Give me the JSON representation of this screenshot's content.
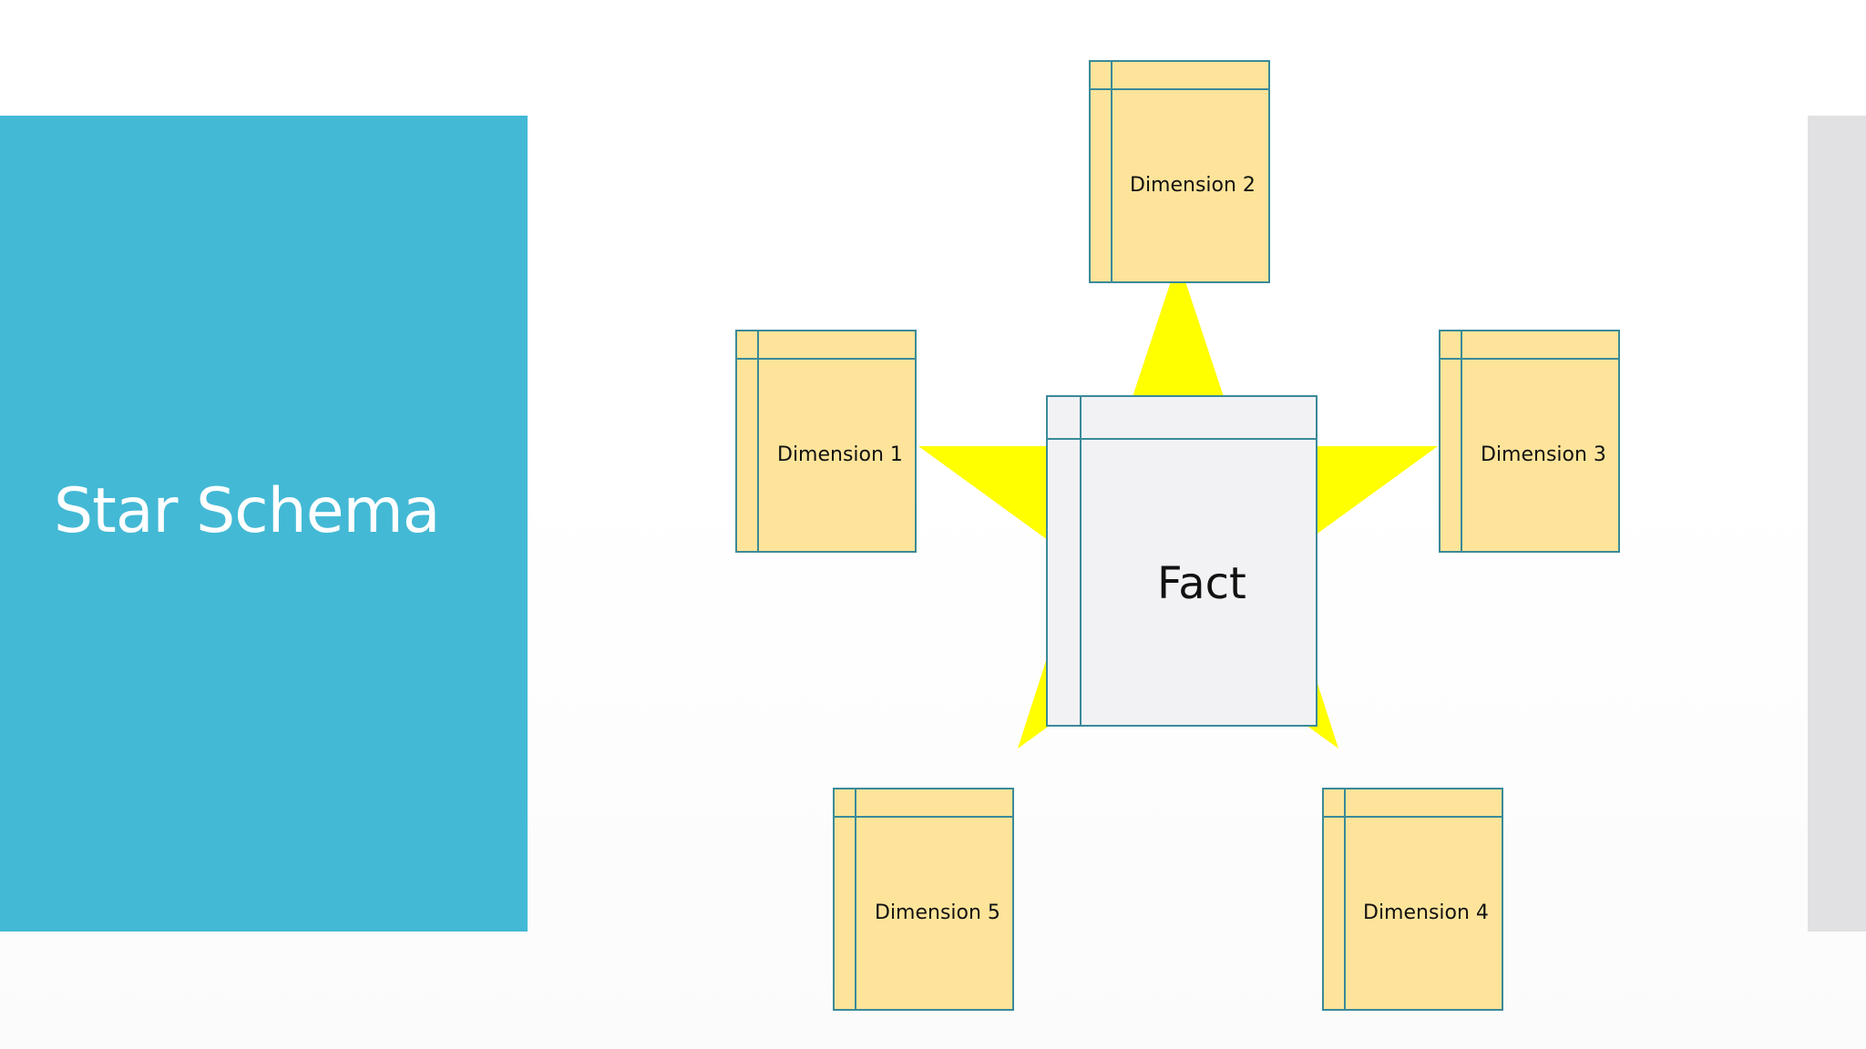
{
  "slide": {
    "title": "Star Schema",
    "colors": {
      "title_panel": "#43b9d5",
      "title_text": "#ffffff",
      "right_bar": "#e1e1e3",
      "star": "#ffff00",
      "dimension_fill": "#fde49a",
      "fact_fill": "#f2f2f4",
      "table_border": "#3a8a99"
    }
  },
  "diagram": {
    "shape": "five-point-star",
    "fact": {
      "label": "Fact"
    },
    "dimensions": [
      {
        "id": "dim1",
        "label": "Dimension 1"
      },
      {
        "id": "dim2",
        "label": "Dimension 2"
      },
      {
        "id": "dim3",
        "label": "Dimension 3"
      },
      {
        "id": "dim4",
        "label": "Dimension 4"
      },
      {
        "id": "dim5",
        "label": "Dimension 5"
      }
    ]
  }
}
